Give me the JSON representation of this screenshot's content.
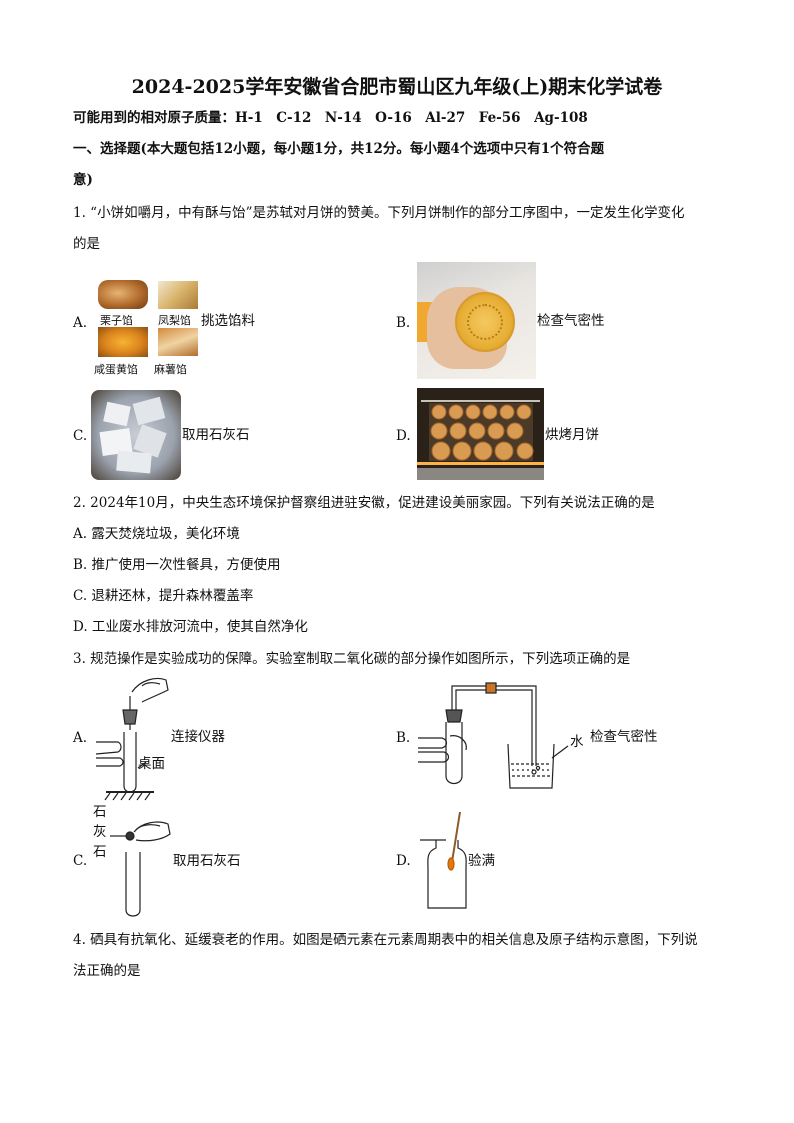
{
  "title": "2024-2025学年安徽省合肥市蜀山区九年级(上)期末化学试卷",
  "atomic_masses": "可能用到的相对原子质量：H-1　C-12　N-14　O-16　Al-27　Fe-56　Ag-108",
  "section1": {
    "heading_line1": "一、选择题(本大题包括12小题，每小题1分，共12分。每小题4个选项中只有1个符合题",
    "heading_line2": "意)"
  },
  "q1": {
    "stem_line1": "1. “小饼如嚼月，中有酥与饴”是苏轼对月饼的赞美。下列月饼制作的部分工序图中，一定发生化学变化",
    "stem_line2": "的是",
    "options": {
      "A": {
        "letter": "A.",
        "text": "挑选馅料",
        "captions": [
          "栗子馅",
          "凤梨馅",
          "咸蛋黄馅",
          "麻薯馅"
        ]
      },
      "B": {
        "letter": "B.",
        "text": "检查气密性"
      },
      "C": {
        "letter": "C.",
        "text": "取用石灰石"
      },
      "D": {
        "letter": "D.",
        "text": "烘烤月饼"
      }
    }
  },
  "q2": {
    "stem": "2. 2024年10月，中央生态环境保护督察组进驻安徽，促进建设美丽家园。下列有关说法正确的是",
    "options": [
      "A. 露天焚烧垃圾，美化环境",
      "B. 推广使用一次性餐具，方便使用",
      "C. 退耕还林，提升森林覆盖率",
      "D. 工业废水排放河流中，使其自然净化"
    ]
  },
  "q3": {
    "stem": "3. 规范操作是实验成功的保障。实验室制取二氧化碳的部分操作如图所示，下列选项正确的是",
    "options": {
      "A": {
        "letter": "A.",
        "text": "连接仪器",
        "label": "桌面"
      },
      "B": {
        "letter": "B.",
        "text": "检查气密性",
        "label": "水"
      },
      "C": {
        "letter": "C.",
        "text": "取用石灰石",
        "label_chars": [
          "石",
          "灰",
          "石"
        ]
      },
      "D": {
        "letter": "D.",
        "text": "验满"
      }
    }
  },
  "q4": {
    "stem_line1": "4. 硒具有抗氧化、延缓衰老的作用。如图是硒元素在元素周期表中的相关信息及原子结构示意图，下列说",
    "stem_line2": "法正确的是"
  }
}
